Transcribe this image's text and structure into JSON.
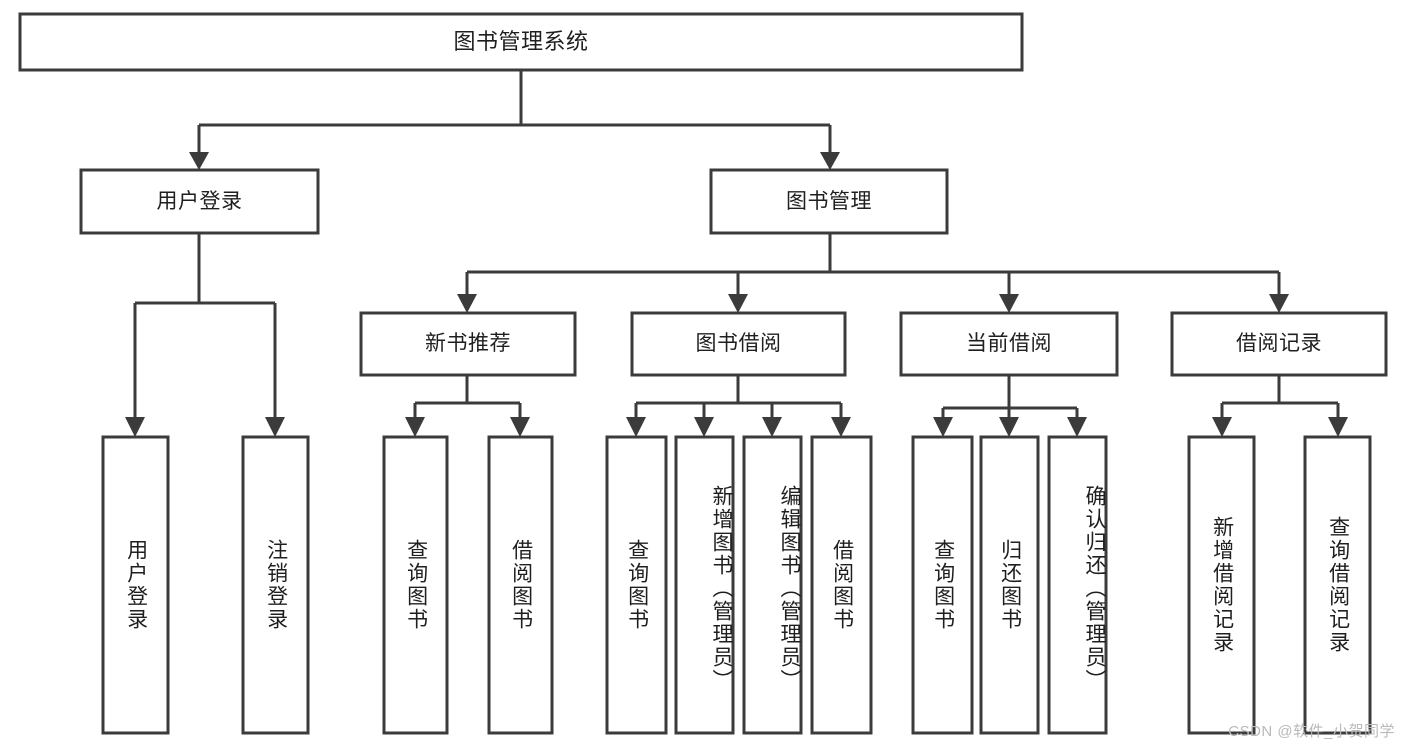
{
  "diagram": {
    "type": "tree-hierarchy",
    "title": "图书管理系统",
    "orientation": "top-down",
    "root": {
      "id": "root",
      "label": "图书管理系统",
      "text_direction": "horizontal"
    },
    "level2": [
      {
        "id": "user-login",
        "label": "用户登录",
        "text_direction": "horizontal"
      },
      {
        "id": "book-management",
        "label": "图书管理",
        "text_direction": "horizontal"
      }
    ],
    "level3": [
      {
        "id": "new-book-recommend",
        "label": "新书推荐",
        "parent": "book-management",
        "text_direction": "horizontal"
      },
      {
        "id": "book-borrow",
        "label": "图书借阅",
        "parent": "book-management",
        "text_direction": "horizontal"
      },
      {
        "id": "current-borrow",
        "label": "当前借阅",
        "parent": "book-management",
        "text_direction": "horizontal"
      },
      {
        "id": "borrow-record",
        "label": "借阅记录",
        "parent": "book-management",
        "text_direction": "horizontal"
      }
    ],
    "leaves": [
      {
        "id": "leaf-user-login",
        "label": "用户登录",
        "parent": "user-login",
        "text_direction": "vertical"
      },
      {
        "id": "leaf-logout-login",
        "label": "注销登录",
        "parent": "user-login",
        "text_direction": "vertical"
      },
      {
        "id": "leaf-query-book-1",
        "label": "查询图书",
        "parent": "new-book-recommend",
        "text_direction": "vertical"
      },
      {
        "id": "leaf-borrow-book-1",
        "label": "借阅图书",
        "parent": "new-book-recommend",
        "text_direction": "vertical"
      },
      {
        "id": "leaf-query-book-2",
        "label": "查询图书",
        "parent": "book-borrow",
        "text_direction": "vertical"
      },
      {
        "id": "leaf-add-book",
        "label": "新增图书（管理员）",
        "parent": "book-borrow",
        "text_direction": "vertical"
      },
      {
        "id": "leaf-edit-book",
        "label": "编辑图书（管理员）",
        "parent": "book-borrow",
        "text_direction": "vertical"
      },
      {
        "id": "leaf-borrow-book-2",
        "label": "借阅图书",
        "parent": "book-borrow",
        "text_direction": "vertical"
      },
      {
        "id": "leaf-query-book-3",
        "label": "查询图书",
        "parent": "current-borrow",
        "text_direction": "vertical"
      },
      {
        "id": "leaf-return-book",
        "label": "归还图书",
        "parent": "current-borrow",
        "text_direction": "vertical"
      },
      {
        "id": "leaf-confirm-return",
        "label": "确认归还（管理员）",
        "parent": "current-borrow",
        "text_direction": "vertical"
      },
      {
        "id": "leaf-add-record",
        "label": "新增借阅记录",
        "parent": "borrow-record",
        "text_direction": "vertical"
      },
      {
        "id": "leaf-query-record",
        "label": "查询借阅记录",
        "parent": "borrow-record",
        "text_direction": "vertical"
      }
    ],
    "colors": {
      "stroke": "#3b3b3b",
      "fill": "#ffffff",
      "text": "#1f1f1f",
      "background": "#ffffff",
      "watermark": "#b9b9b9"
    }
  },
  "watermark": {
    "text": "CSDN @软件_小贺同学"
  }
}
